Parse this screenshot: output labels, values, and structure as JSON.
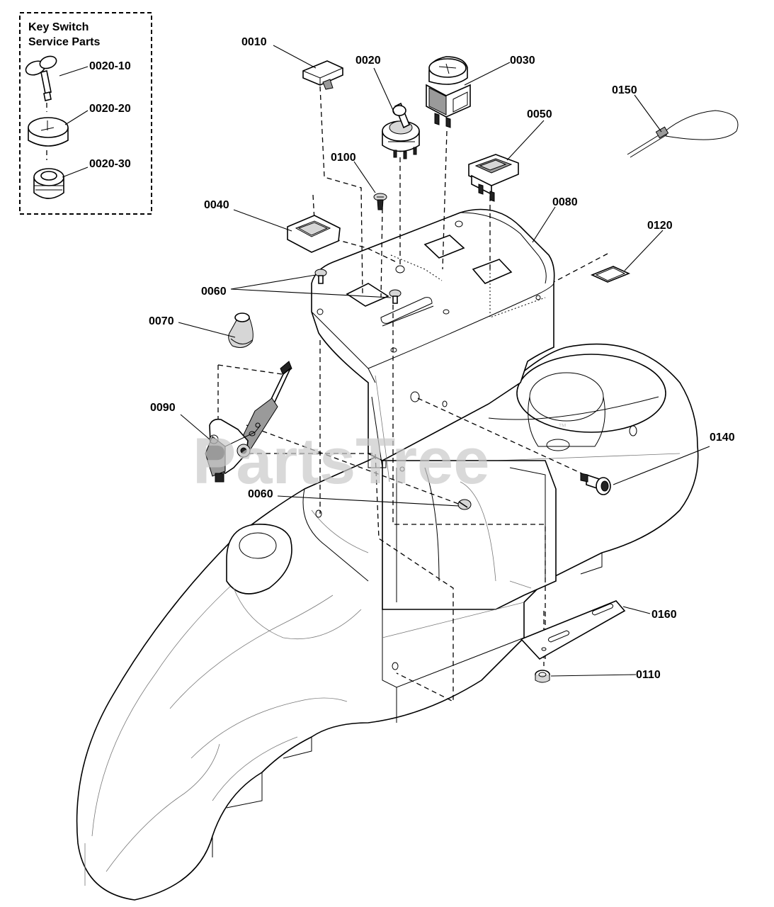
{
  "legend": {
    "title_line1": "Key Switch",
    "title_line2": "Service Parts"
  },
  "watermark": {
    "text": "PartsTree",
    "mark": "™"
  },
  "callouts": {
    "c0010": "0010",
    "c0020": "0020",
    "c0030": "0030",
    "c0040": "0040",
    "c0050": "0050",
    "c0060a": "0060",
    "c0060b": "0060",
    "c0070": "0070",
    "c0080": "0080",
    "c0090": "0090",
    "c0100": "0100",
    "c0110": "0110",
    "c0120": "0120",
    "c0140": "0140",
    "c0150": "0150",
    "c0160": "0160",
    "c0020_10": "0020-10",
    "c0020_20": "0020-20",
    "c0020_30": "0020-30"
  },
  "parts": [
    {
      "callout": "0010",
      "name": "cover-plug"
    },
    {
      "callout": "0020",
      "name": "key-switch"
    },
    {
      "callout": "0020-10",
      "name": "key"
    },
    {
      "callout": "0020-20",
      "name": "switch-cap"
    },
    {
      "callout": "0020-30",
      "name": "switch-nut"
    },
    {
      "callout": "0030",
      "name": "pto-switch"
    },
    {
      "callout": "0040",
      "name": "bezel"
    },
    {
      "callout": "0050",
      "name": "rocker-switch"
    },
    {
      "callout": "0060",
      "name": "screw"
    },
    {
      "callout": "0070",
      "name": "knob"
    },
    {
      "callout": "0080",
      "name": "dash-panel"
    },
    {
      "callout": "0090",
      "name": "throttle-control"
    },
    {
      "callout": "0100",
      "name": "screw"
    },
    {
      "callout": "0110",
      "name": "nut"
    },
    {
      "callout": "0120",
      "name": "gasket"
    },
    {
      "callout": "0140",
      "name": "hour-meter-light"
    },
    {
      "callout": "0150",
      "name": "cable-tie"
    },
    {
      "callout": "0160",
      "name": "bracket"
    }
  ]
}
